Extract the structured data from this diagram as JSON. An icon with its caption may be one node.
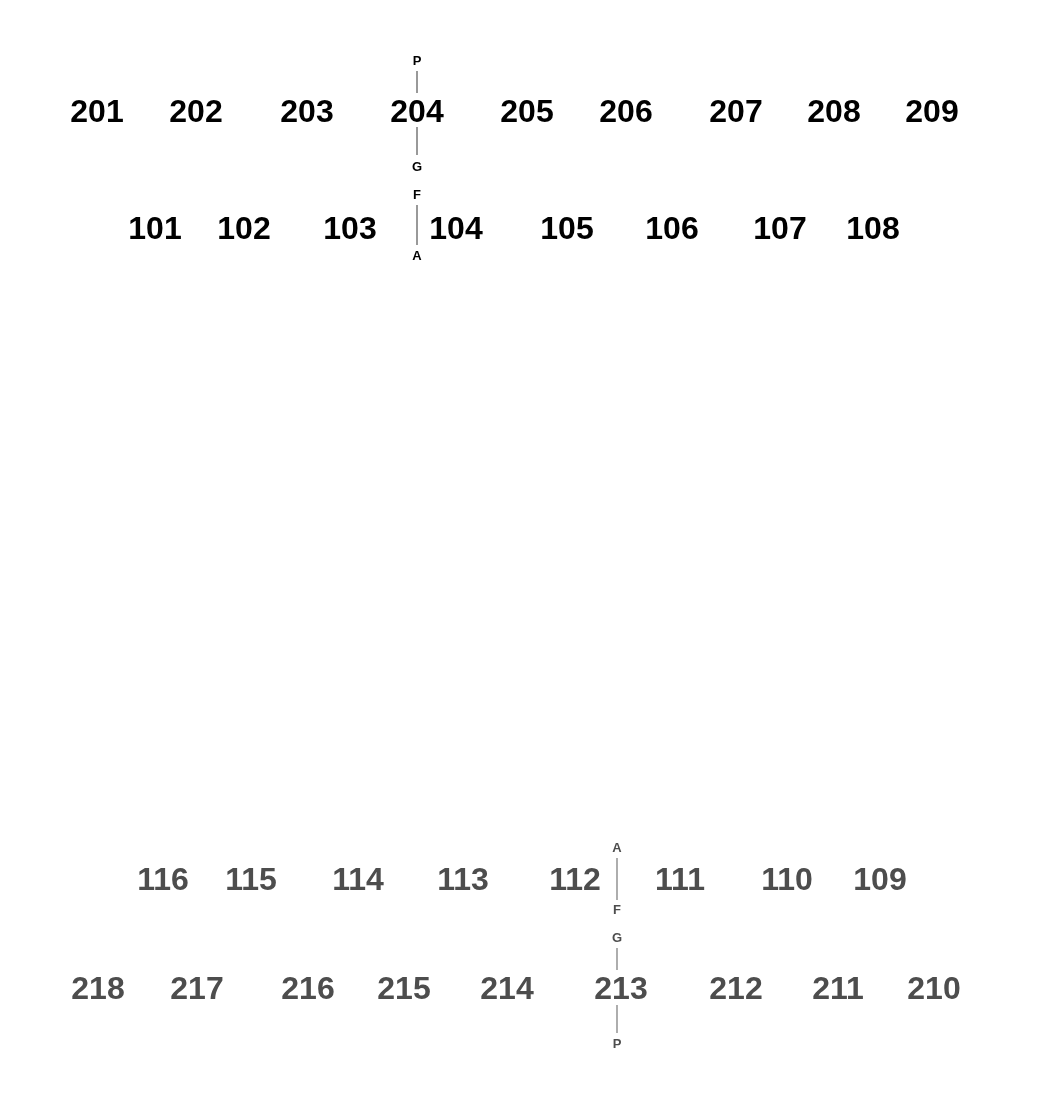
{
  "diagram": {
    "labels": [
      "P",
      "201",
      "202",
      "203",
      "204",
      "205",
      "206",
      "207",
      "208",
      "209",
      "G",
      "F",
      "101",
      "102",
      "103",
      "104",
      "105",
      "106",
      "107",
      "108",
      "A",
      "A",
      "116",
      "115",
      "114",
      "113",
      "112",
      "111",
      "110",
      "109",
      "F",
      "G",
      "218",
      "217",
      "216",
      "215",
      "214",
      "213",
      "212",
      "211",
      "210",
      "P"
    ]
  }
}
